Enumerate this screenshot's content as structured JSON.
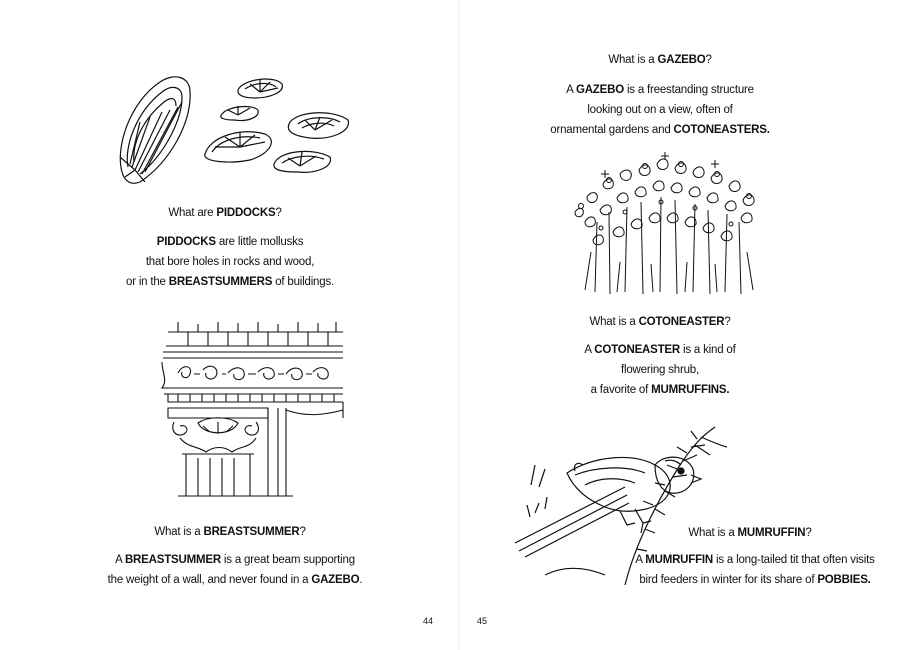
{
  "left_page": {
    "piddocks": {
      "question": {
        "a": "What are ",
        "b": "PIDDOCKS",
        "c": "?"
      },
      "answer_line1": {
        "a": "PIDDOCKS",
        "b": " are little mollusks"
      },
      "answer_line2": "that bore holes in rocks and wood,",
      "answer_line3": {
        "a": "or in the ",
        "b": "BREASTSUMMERS",
        "c": " of buildings."
      }
    },
    "breastsummer": {
      "question": {
        "a": "What is a ",
        "b": "BREASTSUMMER",
        "c": "?"
      },
      "answer_line1": {
        "a": "A ",
        "b": "BREASTSUMMER",
        "c": " is a great beam supporting"
      },
      "answer_line2": {
        "a": "the weight of a wall, and never found in a ",
        "b": "GAZEBO",
        "c": "."
      }
    },
    "page_number": "44"
  },
  "right_page": {
    "gazebo": {
      "question": {
        "a": "What is a ",
        "b": "GAZEBO",
        "c": "?"
      },
      "answer_line1": {
        "a": "A ",
        "b": "GAZEBO",
        "c": " is a freestanding structure"
      },
      "answer_line2": "looking out on a view, often of",
      "answer_line3": {
        "a": "ornamental gardens and ",
        "b": "COTONEASTERS."
      }
    },
    "cotoneaster": {
      "question": {
        "a": "What is a ",
        "b": "COTONEASTER",
        "c": "?"
      },
      "answer_line1": {
        "a": "A ",
        "b": "COTONEASTER",
        "c": " is a kind of"
      },
      "answer_line2": "flowering shrub,",
      "answer_line3": {
        "a": "a favorite of ",
        "b": "MUMRUFFINS."
      }
    },
    "mumruffin": {
      "question": {
        "a": "What is a ",
        "b": "MUMRUFFIN",
        "c": "?"
      },
      "answer_line1": {
        "a": "A ",
        "b": "MUMRUFFIN",
        "c": " is a long-tailed tit that often visits"
      },
      "answer_line2": {
        "a": "bird feeders in winter for its share of ",
        "b": "POBBIES."
      }
    },
    "page_number": "45"
  },
  "illustrations": {
    "piddocks": "piddock-shells-drawing",
    "breastsummer": "carved-beam-capital-drawing",
    "cotoneaster": "shrub-drawing",
    "mumruffin": "bird-on-branch-drawing"
  }
}
